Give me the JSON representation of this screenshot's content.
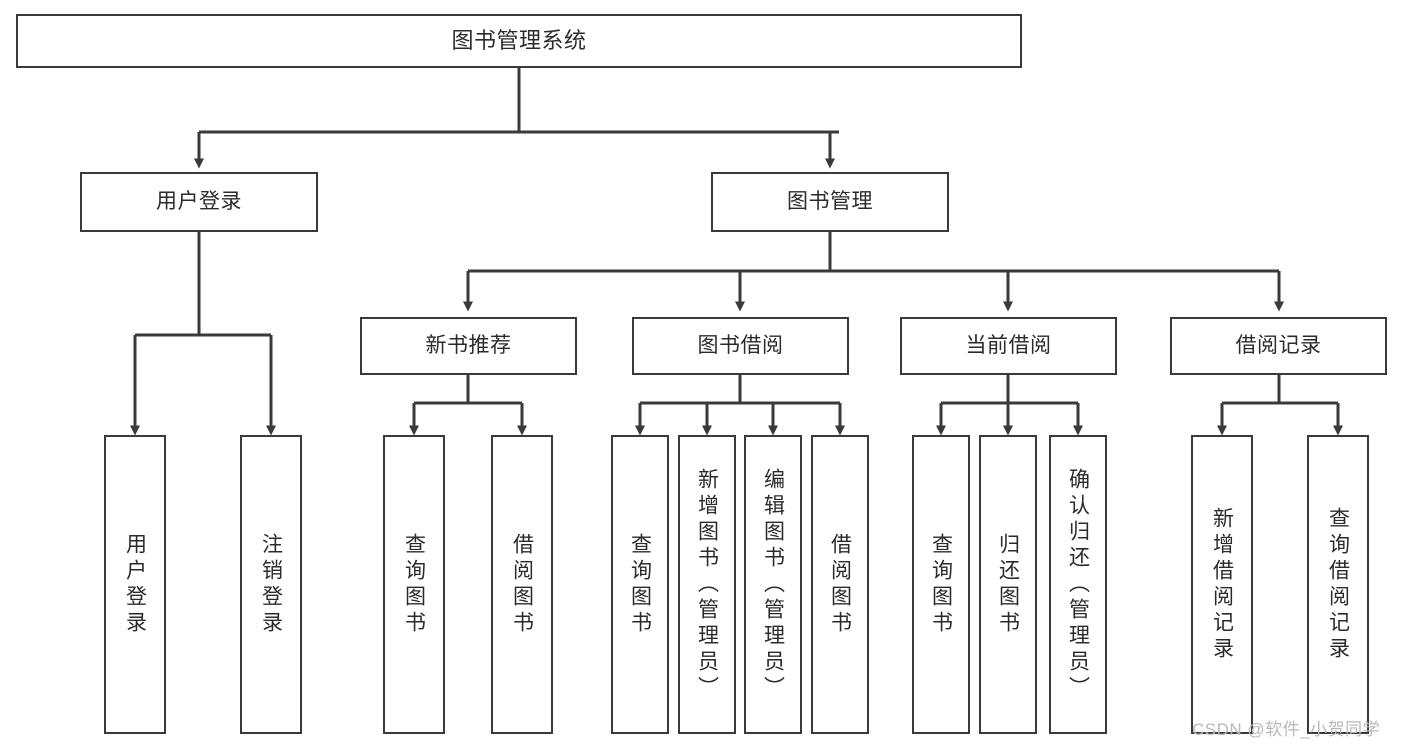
{
  "diagram": {
    "title": "图书管理系统",
    "type": "tree",
    "root": {
      "id": "root",
      "label": "图书管理系统"
    },
    "level1": [
      {
        "id": "user-login",
        "label": "用户登录"
      },
      {
        "id": "book-manage",
        "label": "图书管理"
      }
    ],
    "level2": [
      {
        "id": "new-book-recommend",
        "label": "新书推荐",
        "parent": "book-manage"
      },
      {
        "id": "book-borrow",
        "label": "图书借阅",
        "parent": "book-manage"
      },
      {
        "id": "current-borrow",
        "label": "当前借阅",
        "parent": "book-manage"
      },
      {
        "id": "borrow-record",
        "label": "借阅记录",
        "parent": "book-manage"
      }
    ],
    "leaves": {
      "user-login": [
        {
          "id": "leaf-user-login",
          "label": "用户登录"
        },
        {
          "id": "leaf-logout-login",
          "label": "注销登录"
        }
      ],
      "new-book-recommend": [
        {
          "id": "leaf-query-book-1",
          "label": "查询图书"
        },
        {
          "id": "leaf-borrow-book-1",
          "label": "借阅图书"
        }
      ],
      "book-borrow": [
        {
          "id": "leaf-query-book-2",
          "label": "查询图书"
        },
        {
          "id": "leaf-add-book",
          "label": "新增图书（管理员）"
        },
        {
          "id": "leaf-edit-book",
          "label": "编辑图书（管理员）"
        },
        {
          "id": "leaf-borrow-book-2",
          "label": "借阅图书"
        }
      ],
      "current-borrow": [
        {
          "id": "leaf-query-book-3",
          "label": "查询图书"
        },
        {
          "id": "leaf-return-book",
          "label": "归还图书"
        },
        {
          "id": "leaf-confirm-return",
          "label": "确认归还（管理员）"
        }
      ],
      "borrow-record": [
        {
          "id": "leaf-add-record",
          "label": "新增借阅记录"
        },
        {
          "id": "leaf-query-record",
          "label": "查询借阅记录"
        }
      ]
    }
  },
  "watermark": {
    "text": "CSDN @软件_小贺同学"
  },
  "colors": {
    "box_border": "#3a3a3a",
    "box_fill": "#ffffff",
    "line": "#3a3a3a",
    "text": "#2b2b2b",
    "watermark": "#b9b9b9",
    "background": "#ffffff"
  }
}
